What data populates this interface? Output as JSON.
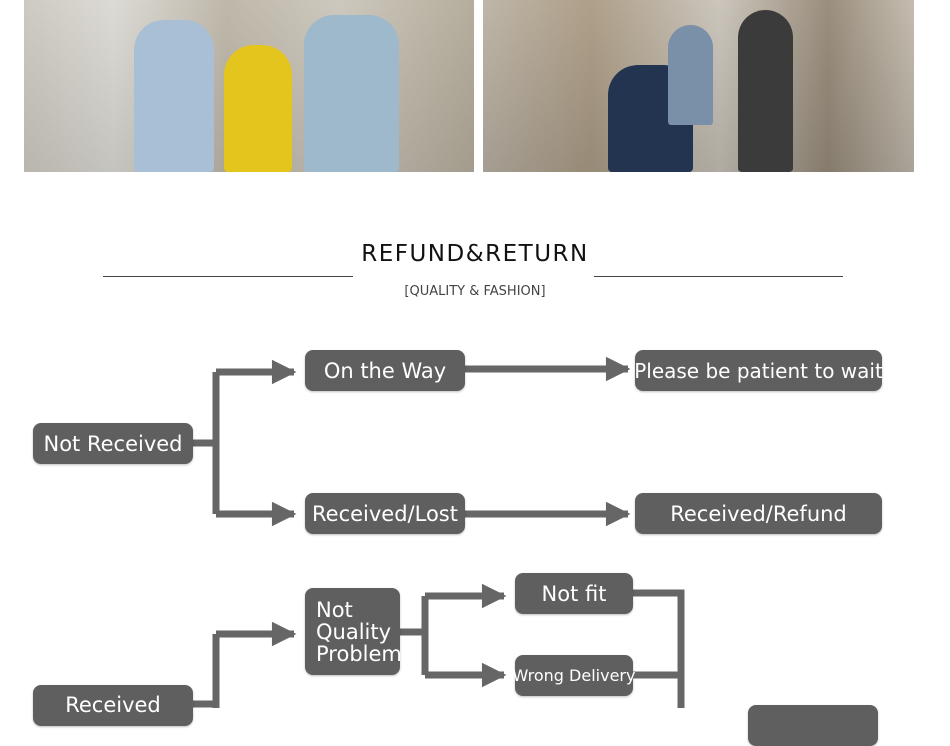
{
  "heading": {
    "title": "REFUND&RETURN",
    "subtitle": "[QUALITY & FASHION]"
  },
  "flow": {
    "not_received": "Not Received",
    "on_the_way": "On the Way",
    "please_wait": "Please be patient to wait",
    "received_lost": "Received/Lost",
    "received_refund": "Received/Refund",
    "not_quality_problem": "Not Quality Problem",
    "not_fit": "Not fit",
    "wrong_delivery": "Wrong Delivery",
    "received": "Received"
  },
  "colors": {
    "box": "#5f5f5f",
    "arrow": "#666666",
    "text": "#ffffff"
  }
}
